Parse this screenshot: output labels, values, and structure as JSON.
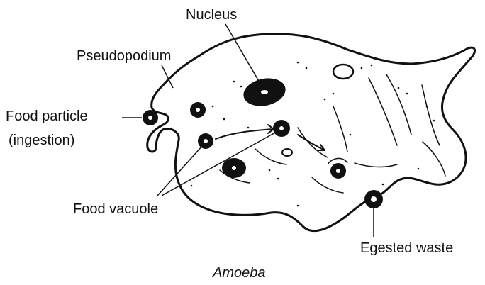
{
  "labels": {
    "nucleus": "Nucleus",
    "pseudopodium": "Pseudopodium",
    "food_particle_line1": "Food particle",
    "food_particle_line2": "(ingestion)",
    "food_vacuole": "Food vacuole",
    "egested_waste": "Egested waste"
  },
  "caption": "Amoeba",
  "colors": {
    "ink": "#111111",
    "background": "#ffffff"
  }
}
